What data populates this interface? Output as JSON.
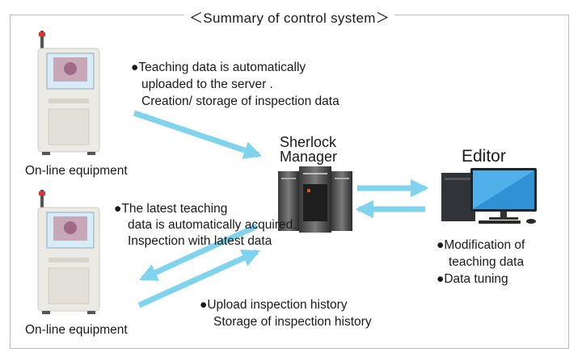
{
  "title": "＜Summary of control system＞",
  "equipment": [
    {
      "label": "On-line equipment"
    },
    {
      "label": "On-line equipment"
    }
  ],
  "server": {
    "line1": "Sherlock",
    "line2": "Manager"
  },
  "editor": {
    "label": "Editor",
    "notes": [
      "●Modification of",
      "teaching data",
      "●Data tuning"
    ]
  },
  "flow_upload": [
    "●Teaching data is automatically",
    "uploaded to the server .",
    "Creation/ storage of inspection data"
  ],
  "flow_acquire": [
    "●The latest teaching",
    "data is automatically acquired.",
    "Inspection with latest data"
  ],
  "flow_history": [
    "●Upload inspection history",
    "Storage of inspection history"
  ],
  "colors": {
    "arrow": "#7fd3ec",
    "frame": "#bdbdbd"
  }
}
